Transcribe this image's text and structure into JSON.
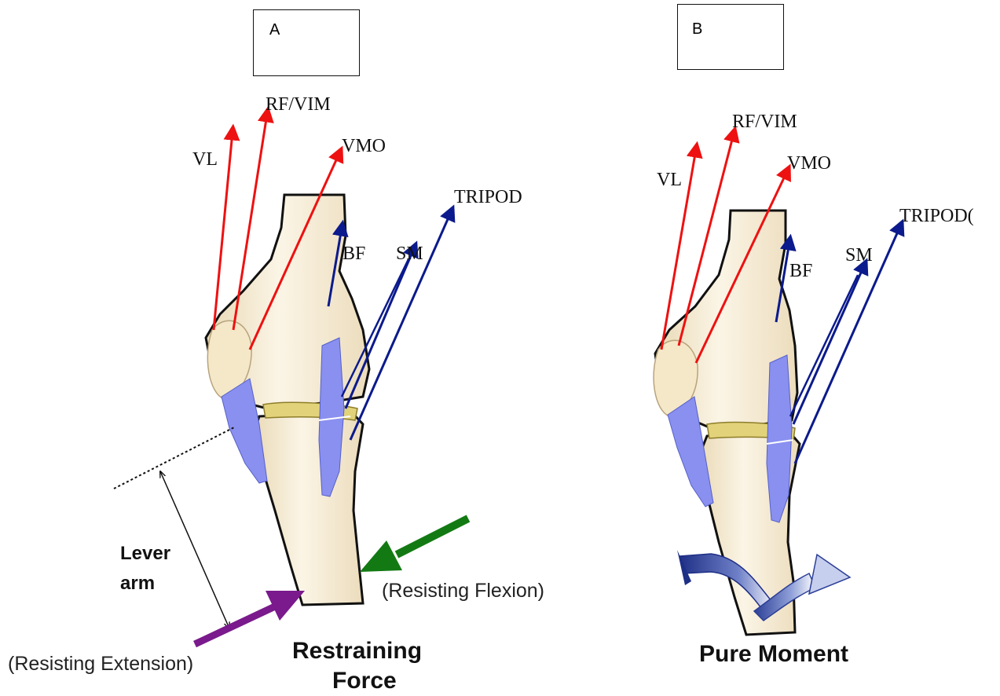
{
  "panels": {
    "a": {
      "letter": "A"
    },
    "b": {
      "letter": "B"
    }
  },
  "muscles": {
    "vl": "VL",
    "rf_vim": "RF/VIM",
    "vmo": "VMO",
    "tripod": "TRIPOD",
    "tripod_b": "TRIPOD(",
    "sm": "SM",
    "bf": "BF"
  },
  "annotations": {
    "lever_line1": "Lever",
    "lever_line2": "arm",
    "resisting_extension": "(Resisting Extension)",
    "resisting_flexion": "(Resisting Flexion)",
    "restraining_line1": "Restraining",
    "restraining_line2": "Force",
    "pure_moment": "Pure Moment"
  },
  "colors": {
    "quadriceps": "#ee1111",
    "hamstrings": "#0b1a8c",
    "ligament": "#8a90f0",
    "bone": "#f7eed6",
    "meniscus": "#e2d37a",
    "extension_force": "#7a1a8c",
    "flexion_force": "#137a13",
    "moment_arrow": "#2c3f96"
  }
}
